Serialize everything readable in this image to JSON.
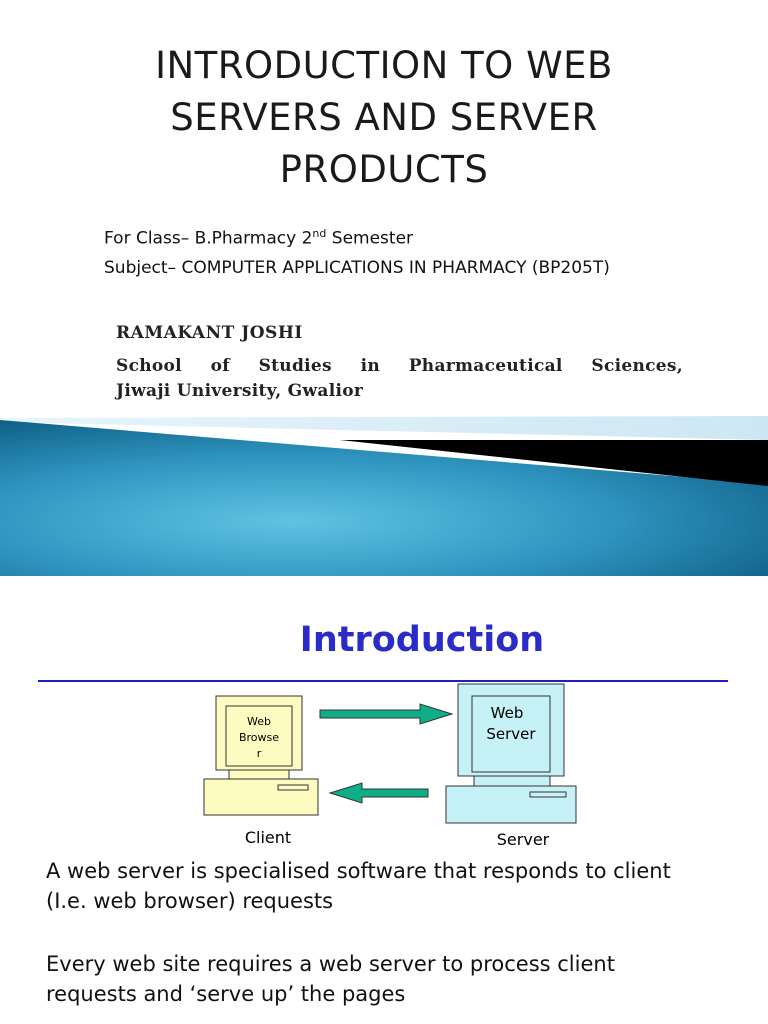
{
  "slide1": {
    "title_lines": [
      "INTRODUCTION TO WEB",
      "SERVERS AND SERVER",
      "PRODUCTS"
    ],
    "class_prefix": "For Class– B.Pharmacy 2",
    "class_sup": "nd",
    "class_suffix": " Semester",
    "subject": "Subject– COMPUTER APPLICATIONS IN PHARMACY  (BP205T)",
    "author": "RAMAKANT JOSHI",
    "affiliation_line1": "School of Studies in Pharmaceutical Sciences,",
    "affiliation_line2": "Jiwaji University, Gwalior"
  },
  "slide2": {
    "title": "Introduction",
    "diagram": {
      "client_screen_text": [
        "Web",
        "Browse",
        "r"
      ],
      "server_screen_text": [
        "Web",
        "Server"
      ],
      "client_label": "Client",
      "server_label": "Server"
    },
    "paragraph1": [
      "A web server is specialised software that responds to client",
      "(I.e. web browser) requests"
    ],
    "paragraph2": [
      "Every web site requires a web server to process client",
      "requests and ‘serve up’ the pages"
    ]
  },
  "colors": {
    "title_blue": "#2b2bc9",
    "rule_blue": "#2020c0",
    "banner_blue": "#2d8fb8",
    "banner_dark": "#000000",
    "client_box": "#fdfbc0",
    "server_box": "#c6f2f7",
    "arrow_green": "#0fae86"
  }
}
